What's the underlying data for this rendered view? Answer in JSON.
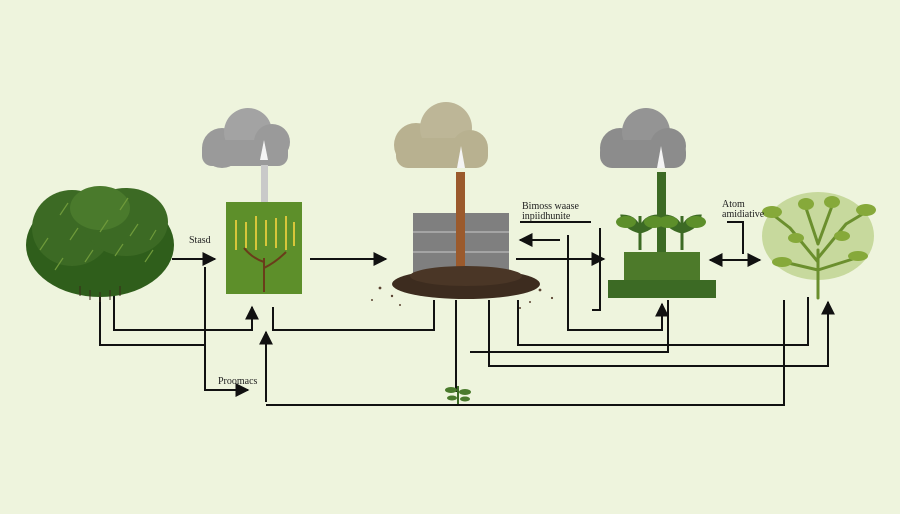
{
  "labels": {
    "stage_1": "Stasd",
    "process": "Proomacs",
    "biomass_line1": "Bimoss waase",
    "biomass_line2": "inpiidhunite",
    "atom_line1": "Atom",
    "atom_line2": "amidiative"
  },
  "colors": {
    "background": "#eef4dd",
    "line": "#111111",
    "dark_green": "#3c6a24",
    "mid_green": "#5d8f2a",
    "light_green": "#86a93a",
    "cloud_grey": "#9a9a9a",
    "cloud_tan": "#b8b190",
    "soil": "#3d2c1f",
    "column_grey": "#7f7f7f",
    "brown_pipe": "#9b5a2c"
  }
}
